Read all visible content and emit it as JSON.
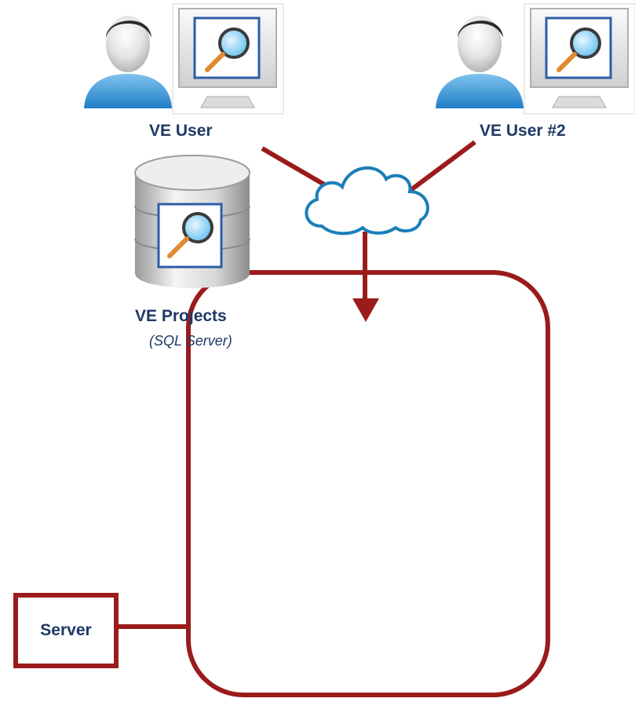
{
  "nodes": {
    "user1": {
      "label": "VE User"
    },
    "user2": {
      "label": "VE User #2"
    },
    "database": {
      "label": "VE Projects",
      "sublabel": "(SQL Server)"
    },
    "server": {
      "label": "Server"
    }
  },
  "colors": {
    "connector": "#9b1b1b",
    "text": "#1f3864",
    "cloud_stroke": "#1a7fb8"
  },
  "icons": [
    "user-icon",
    "monitor-magnifier-icon",
    "cloud-icon",
    "database-icon"
  ]
}
